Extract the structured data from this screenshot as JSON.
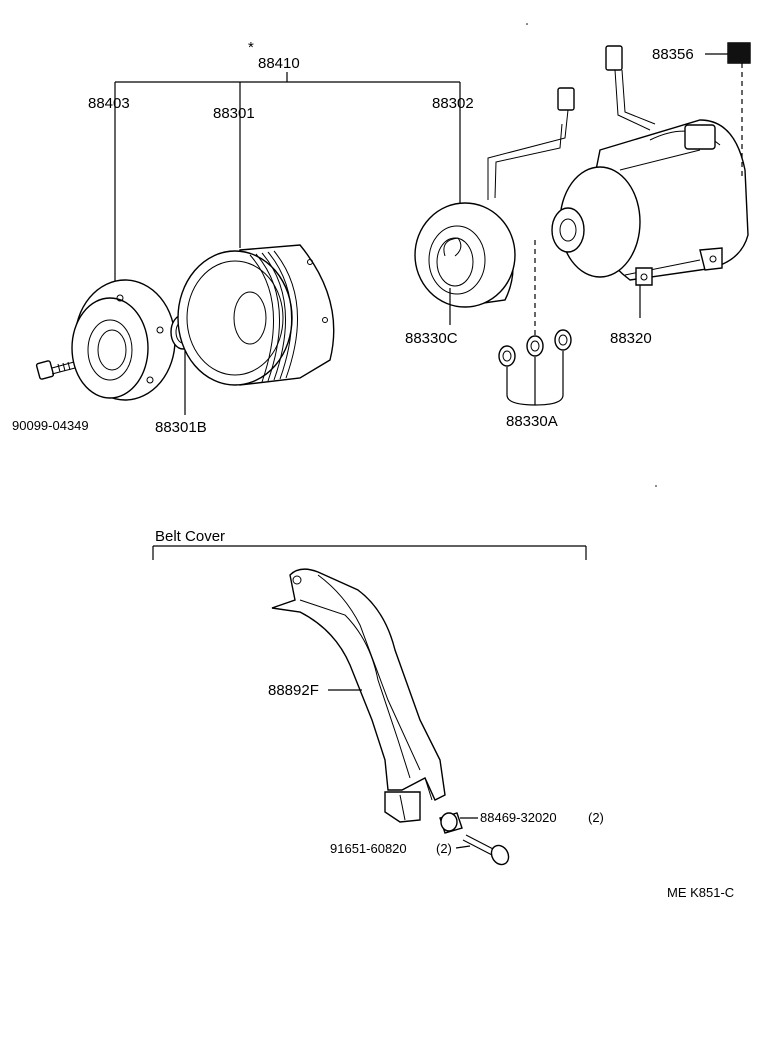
{
  "assembly": {
    "marker": "*",
    "clutch_assy": "88410",
    "pressure_plate": "88403",
    "pulley": "88301",
    "stator": "88302",
    "pulley_snap_ring": "88301B",
    "stator_snap_ring": "88330C",
    "bolt": "90099-04349",
    "compressor": "88320",
    "label_plate": "88356",
    "shims": "88330A"
  },
  "belt_cover": {
    "title": "Belt Cover",
    "cover": "88892F",
    "collar": "88469-32020",
    "collar_qty": "(2)",
    "bolt": "91651-60820",
    "bolt_qty": "(2)"
  },
  "figure_code": "ME K851-C",
  "icons": [
    "clutch-plate-icon",
    "pulley-icon",
    "stator-icon",
    "compressor-icon",
    "bolt-icon",
    "snap-ring-icon",
    "shim-icon",
    "belt-cover-icon",
    "collar-icon",
    "label-plate-icon"
  ]
}
